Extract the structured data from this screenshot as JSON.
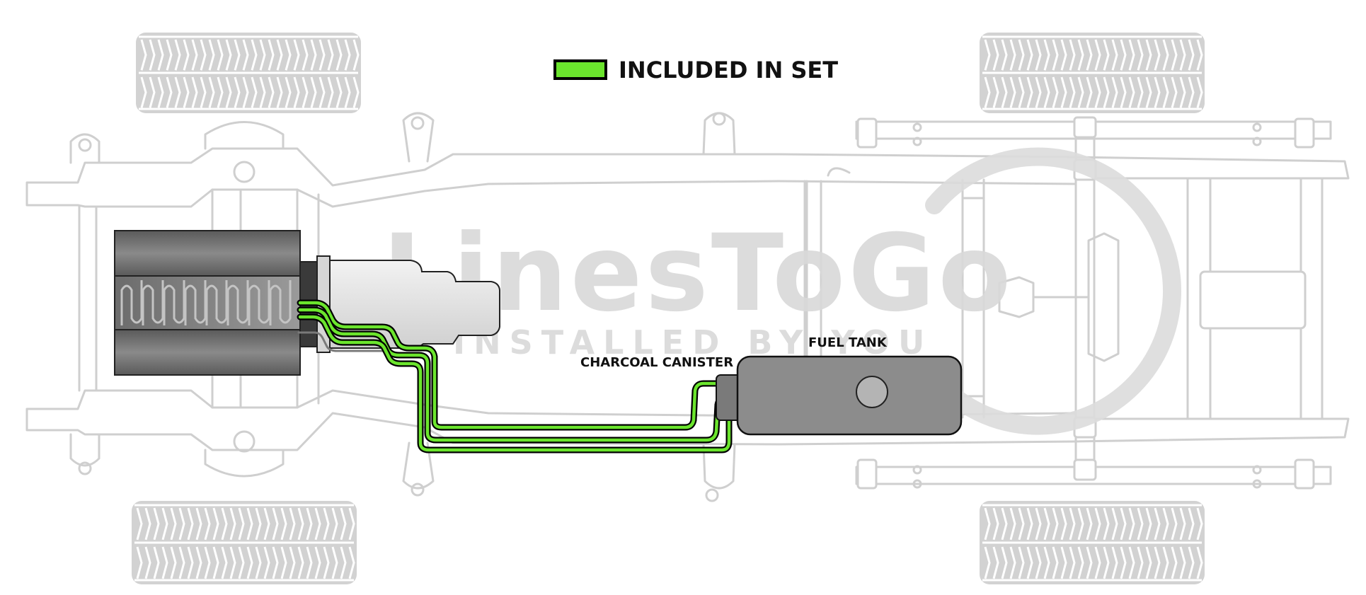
{
  "legend": {
    "label": "INCLUDED IN SET",
    "swatch_color": "#6be52d",
    "swatch_border": "#000000"
  },
  "watermark": {
    "brand": "LinesToGo",
    "tagline": "INSTALLED BY YOU",
    "color": "#d9d9d9"
  },
  "components": {
    "charcoal_canister": {
      "label": "CHARCOAL CANISTER"
    },
    "fuel_tank": {
      "label": "FUEL TANK"
    }
  },
  "colors": {
    "frame": "#cfcfcf",
    "engine": "#707070",
    "transmission": "#e3e3e3",
    "tank": "#8c8c8c",
    "line_included": "#6be52d",
    "line_outline": "#000000"
  }
}
